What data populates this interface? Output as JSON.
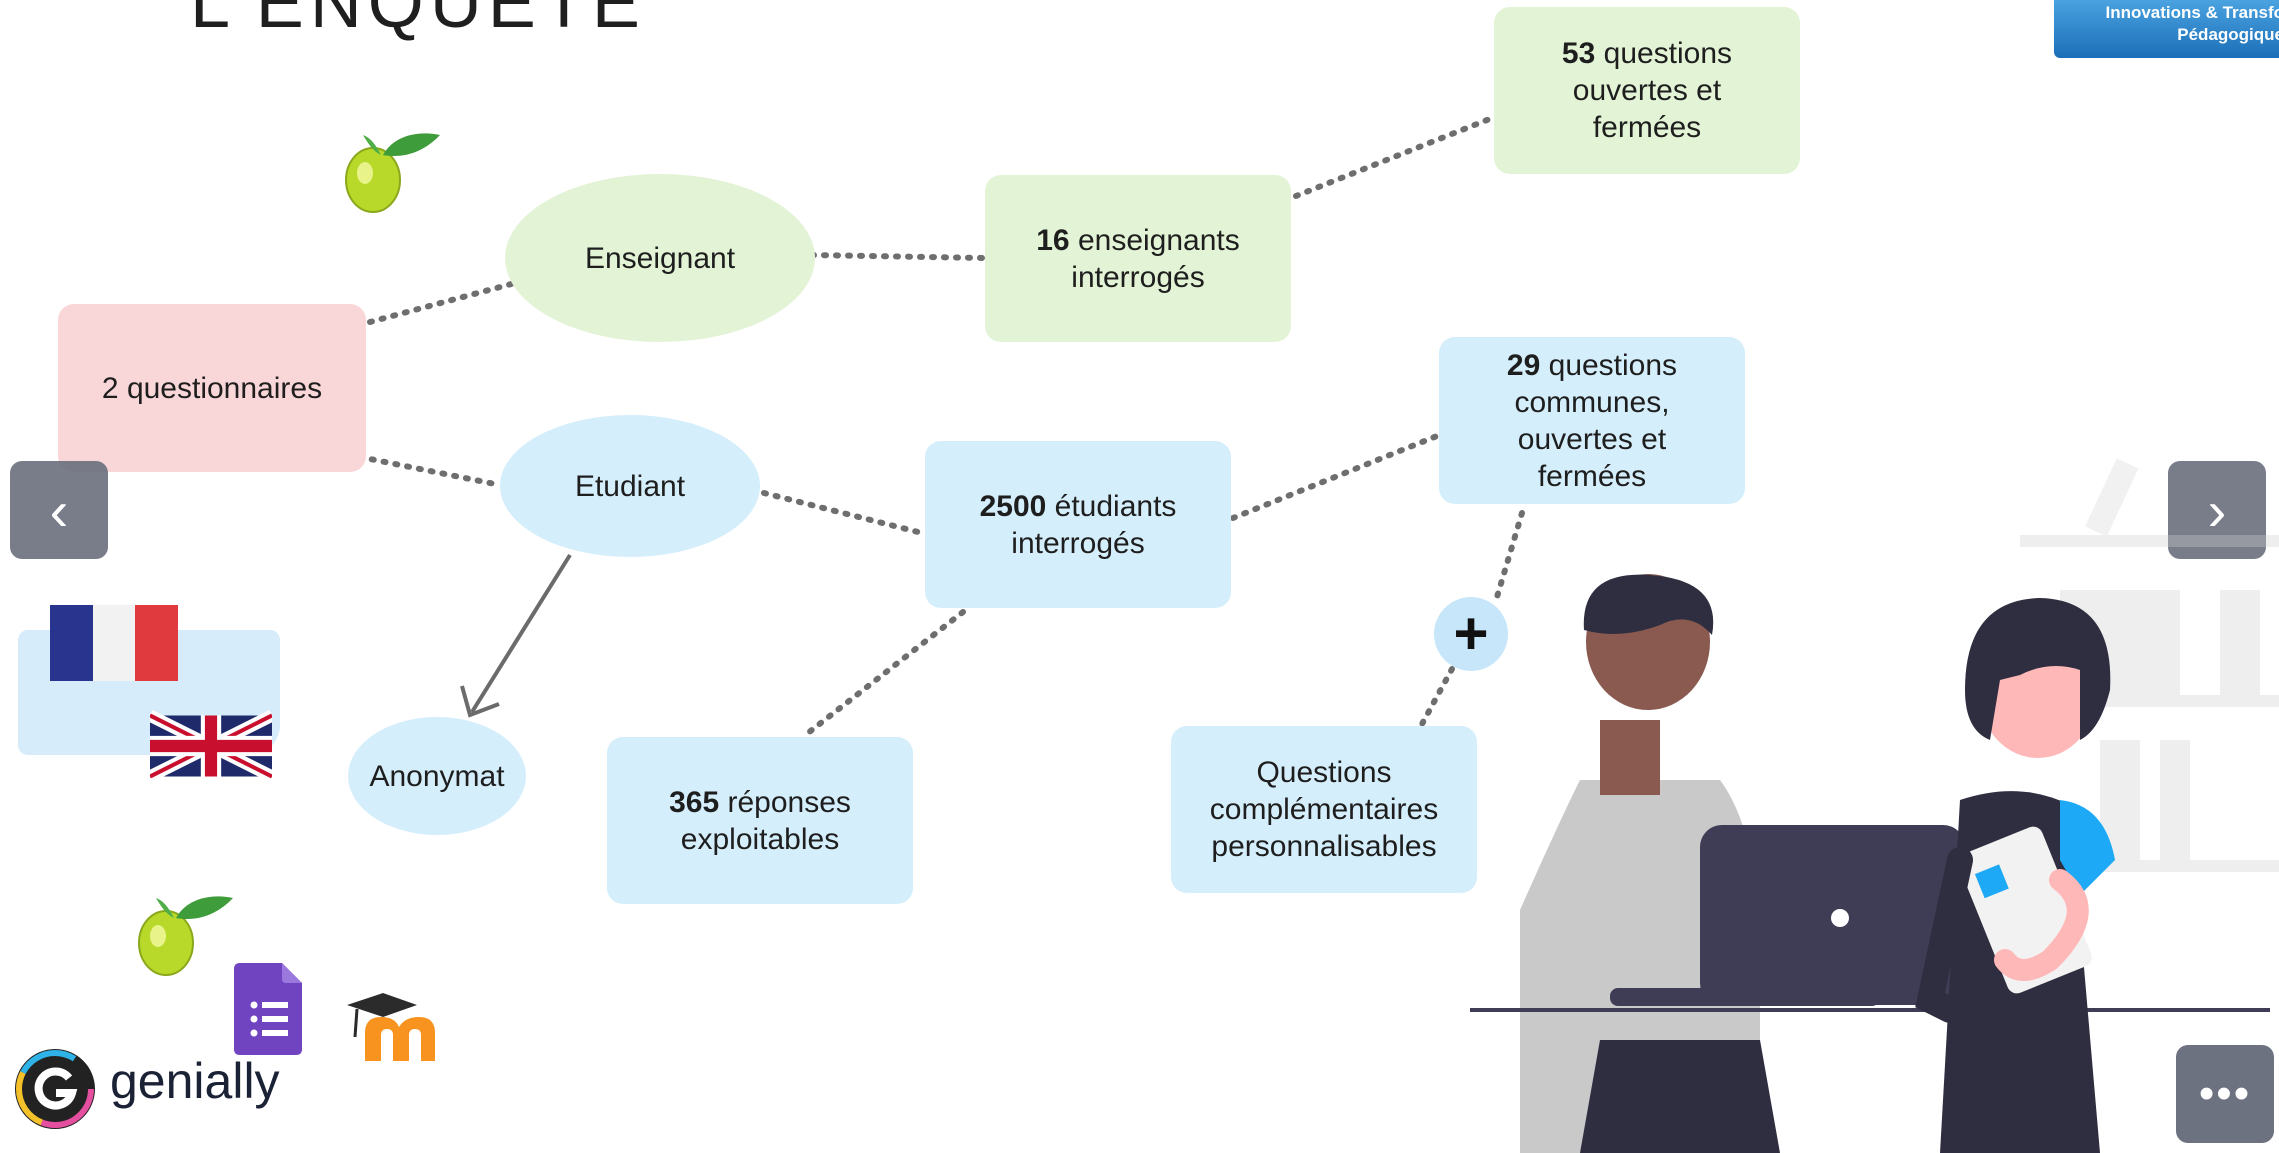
{
  "slide": {
    "title": "L'ENQUÊTE"
  },
  "badge": {
    "line1": "Innovations & Transfo",
    "line2": "Pédagogique"
  },
  "nodes": {
    "questionnaires": "2 questionnaires",
    "teacher": "Enseignant",
    "student": "Etudiant",
    "anonymat": "Anonymat",
    "teachers_count_num": "16",
    "teachers_count_text": " enseignants interrogés",
    "teacher_questions_num": "53",
    "teacher_questions_text": " questions ouvertes et fermées",
    "students_count_num": "2500",
    "students_count_text": " étudiants interrogés",
    "common_questions_num": "29",
    "common_questions_text": " questions communes, ouvertes et fermées",
    "responses_num": "365",
    "responses_text": " réponses exploitables",
    "custom_questions": "Questions complémentaires personnalisables"
  },
  "controls": {
    "prev": "‹",
    "next": "›",
    "more": "•••",
    "plus": "+"
  },
  "brand": {
    "name": "genially"
  }
}
